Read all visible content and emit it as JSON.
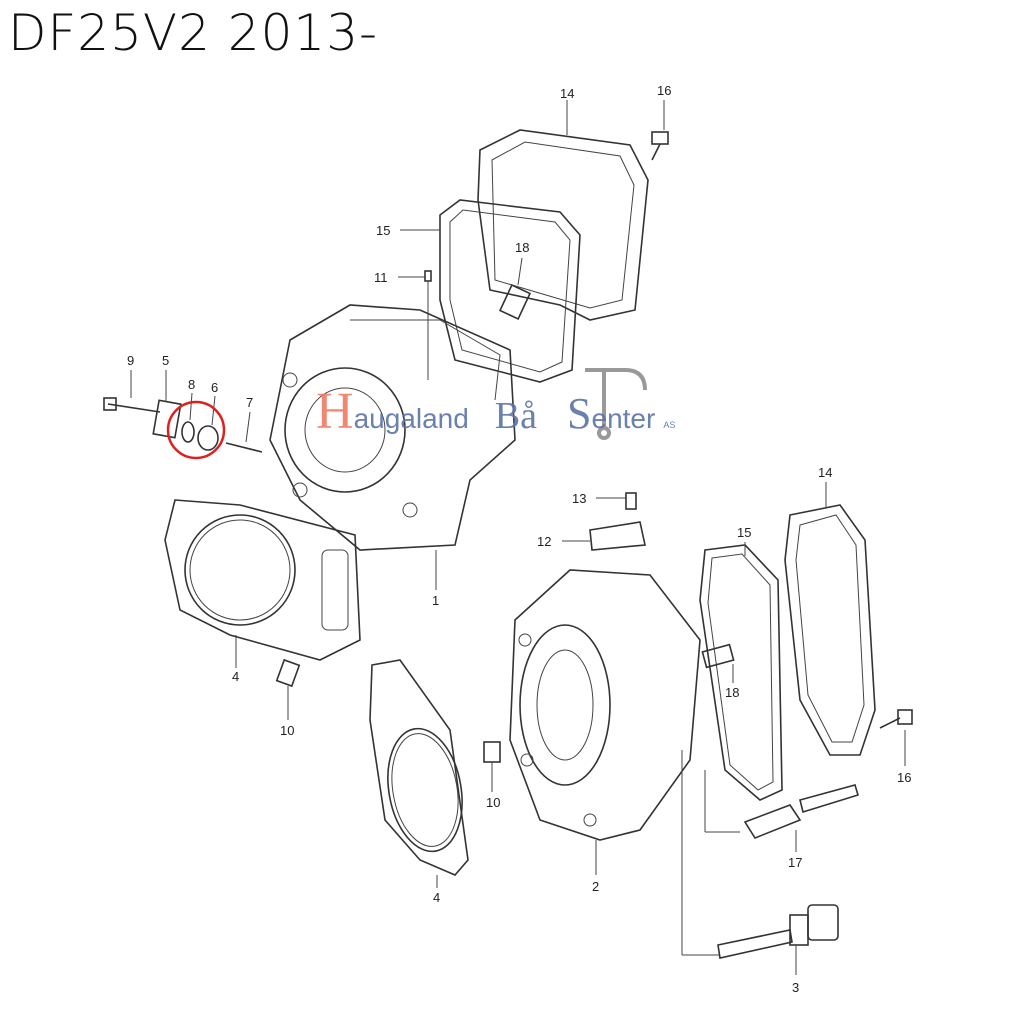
{
  "title": "DF25V2 2013-",
  "watermark": {
    "h": "H",
    "augaland": "augaland",
    "ba": "Bå",
    "s": "S",
    "enter": "enter",
    "as": "AS"
  },
  "callouts": {
    "c14a": "14",
    "c16a": "16",
    "c15a": "15",
    "c18a": "18",
    "c11": "11",
    "c9": "9",
    "c5": "5",
    "c8": "8",
    "c6": "6",
    "c7": "7",
    "c4a": "4",
    "c10a": "10",
    "c1": "1",
    "c13": "13",
    "c12": "12",
    "c15b": "15",
    "c14b": "14",
    "c18b": "18",
    "c10b": "10",
    "c16b": "16",
    "c4b": "4",
    "c2": "2",
    "c17": "17",
    "c3": "3"
  },
  "colors": {
    "highlight": "#e0201e",
    "watermark_red": "#ef7b62",
    "watermark_blue": "#5a73a6"
  }
}
